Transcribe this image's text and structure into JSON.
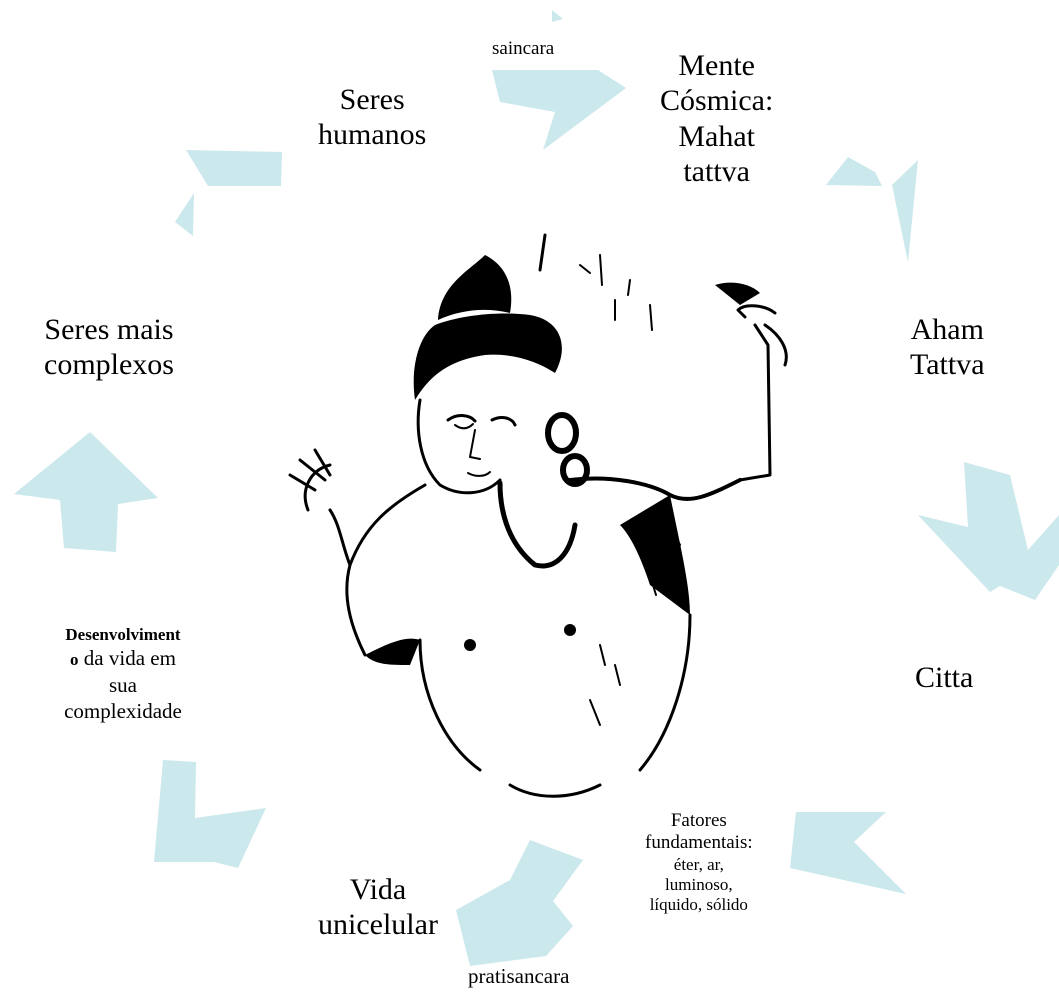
{
  "diagram": {
    "nodes": {
      "mente": {
        "lines": [
          "Mente",
          "Cósmica:",
          "Mahat",
          "tattva"
        ]
      },
      "aham": {
        "lines": [
          "Aham",
          "Tattva"
        ]
      },
      "citta": {
        "lines": [
          "Citta"
        ]
      },
      "fatores": {
        "lines": [
          "Fatores",
          "fundamentais:",
          "éter, ar,",
          "luminoso,",
          "líquido, sólido"
        ]
      },
      "vida": {
        "lines": [
          "Vida",
          "unicelular"
        ]
      },
      "desenvolvimento": {
        "line1": "Desenvolviment",
        "line2_bold": "o",
        "line2_rest": " da vida em",
        "line3": "sua",
        "line4": "complexidade"
      },
      "complexos": {
        "lines": [
          "Seres mais",
          "complexos"
        ]
      },
      "humanos": {
        "lines": [
          "Seres",
          "humanos"
        ]
      }
    },
    "phases": {
      "saincara": "saincara",
      "pratisancara": "pratisancara"
    },
    "arrow_color": "#c7e6ea",
    "center_image": "line-drawing-figure"
  }
}
